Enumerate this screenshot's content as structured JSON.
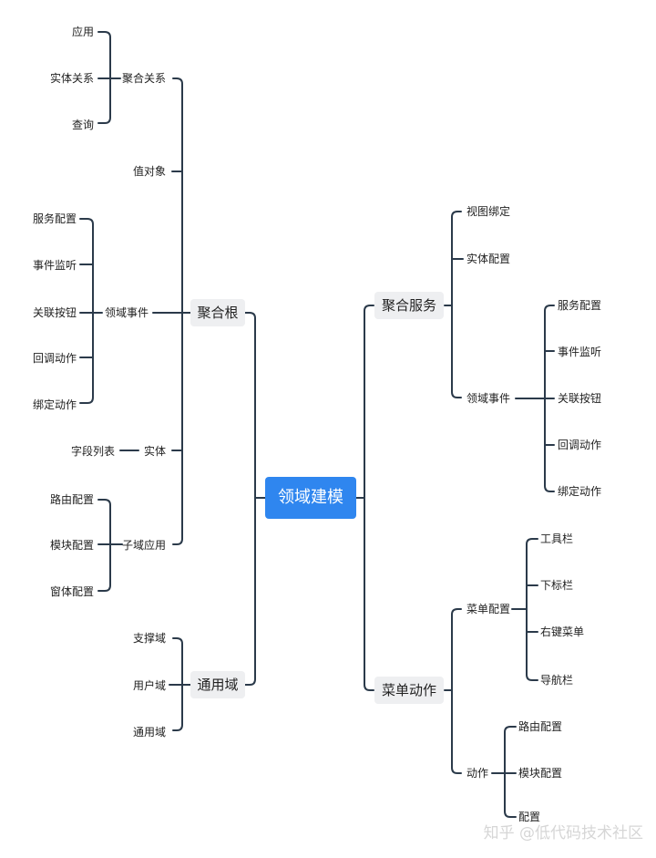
{
  "root": "领域建模",
  "left": {
    "agg_root": {
      "label": "聚合根",
      "agg_relation": {
        "label": "聚合关系",
        "children": [
          "应用",
          "实体关系",
          "查询"
        ]
      },
      "value_object": "值对象",
      "domain_event": {
        "label": "领域事件",
        "children": [
          "服务配置",
          "事件监听",
          "关联按钮",
          "回调动作",
          "绑定动作"
        ]
      },
      "entity": {
        "label": "实体",
        "children": [
          "字段列表"
        ]
      },
      "subdomain_app": {
        "label": "子域应用",
        "children": [
          "路由配置",
          "模块配置",
          "窗体配置"
        ]
      }
    },
    "generic_domain": {
      "label": "通用域",
      "children": [
        "支撑域",
        "用户域",
        "通用域"
      ]
    }
  },
  "right": {
    "agg_service": {
      "label": "聚合服务",
      "view_binding": "视图绑定",
      "entity_config": "实体配置",
      "domain_event": {
        "label": "领域事件",
        "children": [
          "服务配置",
          "事件监听",
          "关联按钮",
          "回调动作",
          "绑定动作"
        ]
      }
    },
    "menu_action": {
      "label": "菜单动作",
      "menu_config": {
        "label": "菜单配置",
        "children": [
          "工具栏",
          "下标栏",
          "右键菜单",
          "导航栏"
        ]
      },
      "action": {
        "label": "动作",
        "children": [
          "路由配置",
          "模块配置",
          "配置"
        ]
      }
    }
  },
  "watermark": "知乎 @低代码技术社区",
  "colors": {
    "line": "#2b3a4a",
    "root_bg": "#2f86ef",
    "node_bg": "#eeeff1"
  }
}
